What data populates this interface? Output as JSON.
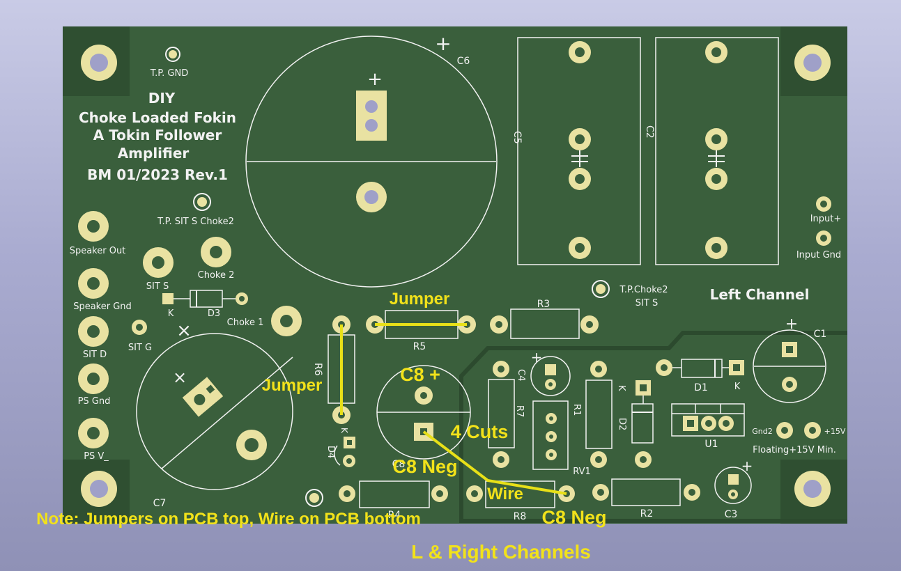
{
  "board": {
    "colors": {
      "pcb": "#3a5f3c",
      "pcb_dark": "#2f4f31",
      "copper_pad": "#e9e2a2",
      "silkscreen": "#f2f2f2",
      "annotation": "#f2e21a",
      "wire": "#e8e018"
    },
    "title_lines": [
      "DIY",
      "Choke Loaded Fokin",
      "A Tokin Follower",
      "Amplifier",
      "BM 01/2023 Rev.1"
    ],
    "labels": {
      "tp_gnd": "T.P. GND",
      "tp_sit_s_choke2": "T.P. SIT S Choke2",
      "speaker_out": "Speaker Out",
      "speaker_gnd": "Speaker Gnd",
      "sit_d": "SIT D",
      "ps_gnd": "PS Gnd",
      "ps_v": "PS V_",
      "sit_s": "SIT S",
      "sit_g": "SIT G",
      "choke2": "Choke 2",
      "choke1": "Choke 1",
      "tp_choke2": "T.P.Choke2",
      "tp_choke2_sub": "SIT S",
      "left_channel": "Left Channel",
      "input_plus": "Input+",
      "input_gnd": "Input Gnd",
      "gnd2": "Gnd2",
      "plus15v": "+15V",
      "floating": "Floating+15V Min.",
      "k": "K",
      "plus": "+",
      "x": "×"
    },
    "refdes": {
      "c1": "C1",
      "c2": "C2",
      "c3": "C3",
      "c4": "C4",
      "c5": "C5",
      "c6": "C6",
      "c7": "C7",
      "c8": "C8",
      "d1": "D1",
      "d2": "D2",
      "d3": "D3",
      "d4": "D4",
      "r1": "R1",
      "r2": "R2",
      "r3": "R3",
      "r4": "R4",
      "r5": "R5",
      "r6": "R6",
      "r7": "R7",
      "r8": "R8",
      "rv1": "RV1",
      "u1": "U1"
    }
  },
  "annotations": {
    "jumper_top": "Jumper",
    "jumper_left": "Jumper",
    "c8_plus": "C8 +",
    "four_cuts": "4 Cuts",
    "c8_neg_left": "C8 Neg",
    "wire": "Wire",
    "c8_neg_right": "C8 Neg",
    "note": "Note: Jumpers on PCB top, Wire on PCB bottom",
    "channels": "L & Right Channels"
  }
}
